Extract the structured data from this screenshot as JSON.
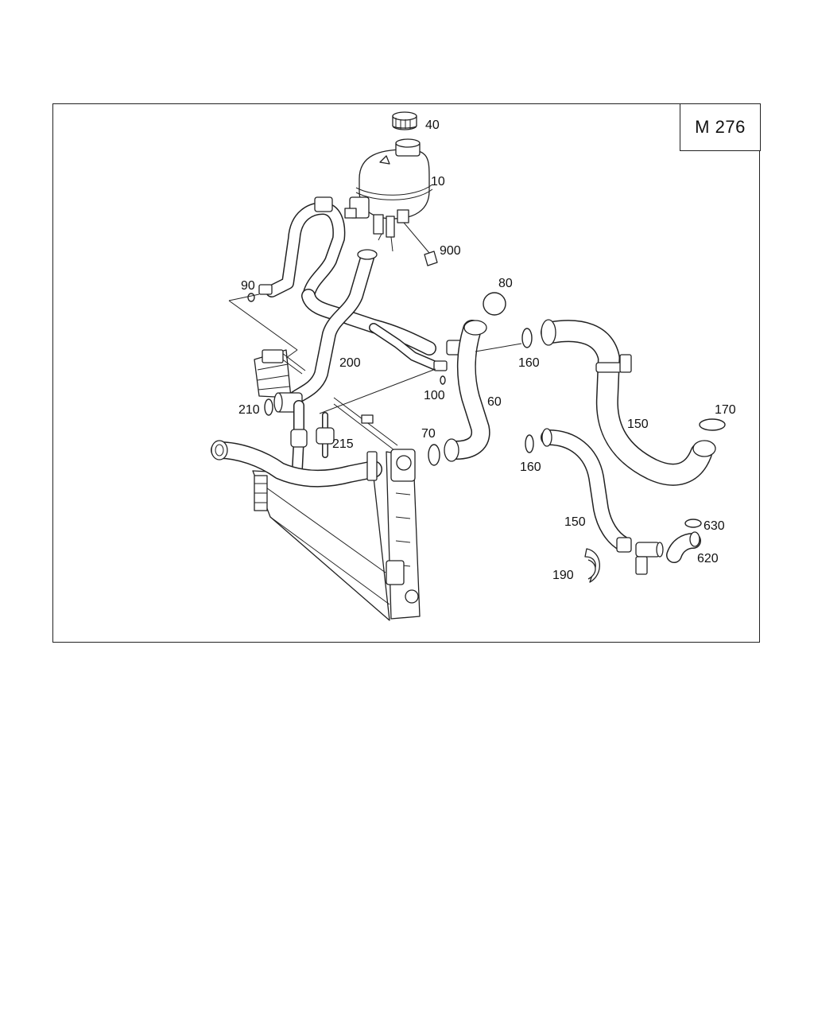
{
  "diagram": {
    "model_code": "M 276",
    "callouts": [
      {
        "id": "c40",
        "label": "40"
      },
      {
        "id": "c10",
        "label": "10"
      },
      {
        "id": "c900",
        "label": "900"
      },
      {
        "id": "c80",
        "label": "80"
      },
      {
        "id": "c90",
        "label": "90"
      },
      {
        "id": "c200",
        "label": "200"
      },
      {
        "id": "c160a",
        "label": "160"
      },
      {
        "id": "c100",
        "label": "100"
      },
      {
        "id": "c60",
        "label": "60"
      },
      {
        "id": "c210",
        "label": "210"
      },
      {
        "id": "c170",
        "label": "170"
      },
      {
        "id": "c150a",
        "label": "150"
      },
      {
        "id": "c70",
        "label": "70"
      },
      {
        "id": "c215",
        "label": "215"
      },
      {
        "id": "c160b",
        "label": "160"
      },
      {
        "id": "c150b",
        "label": "150"
      },
      {
        "id": "c630",
        "label": "630"
      },
      {
        "id": "c620",
        "label": "620"
      },
      {
        "id": "c190",
        "label": "190"
      }
    ]
  }
}
